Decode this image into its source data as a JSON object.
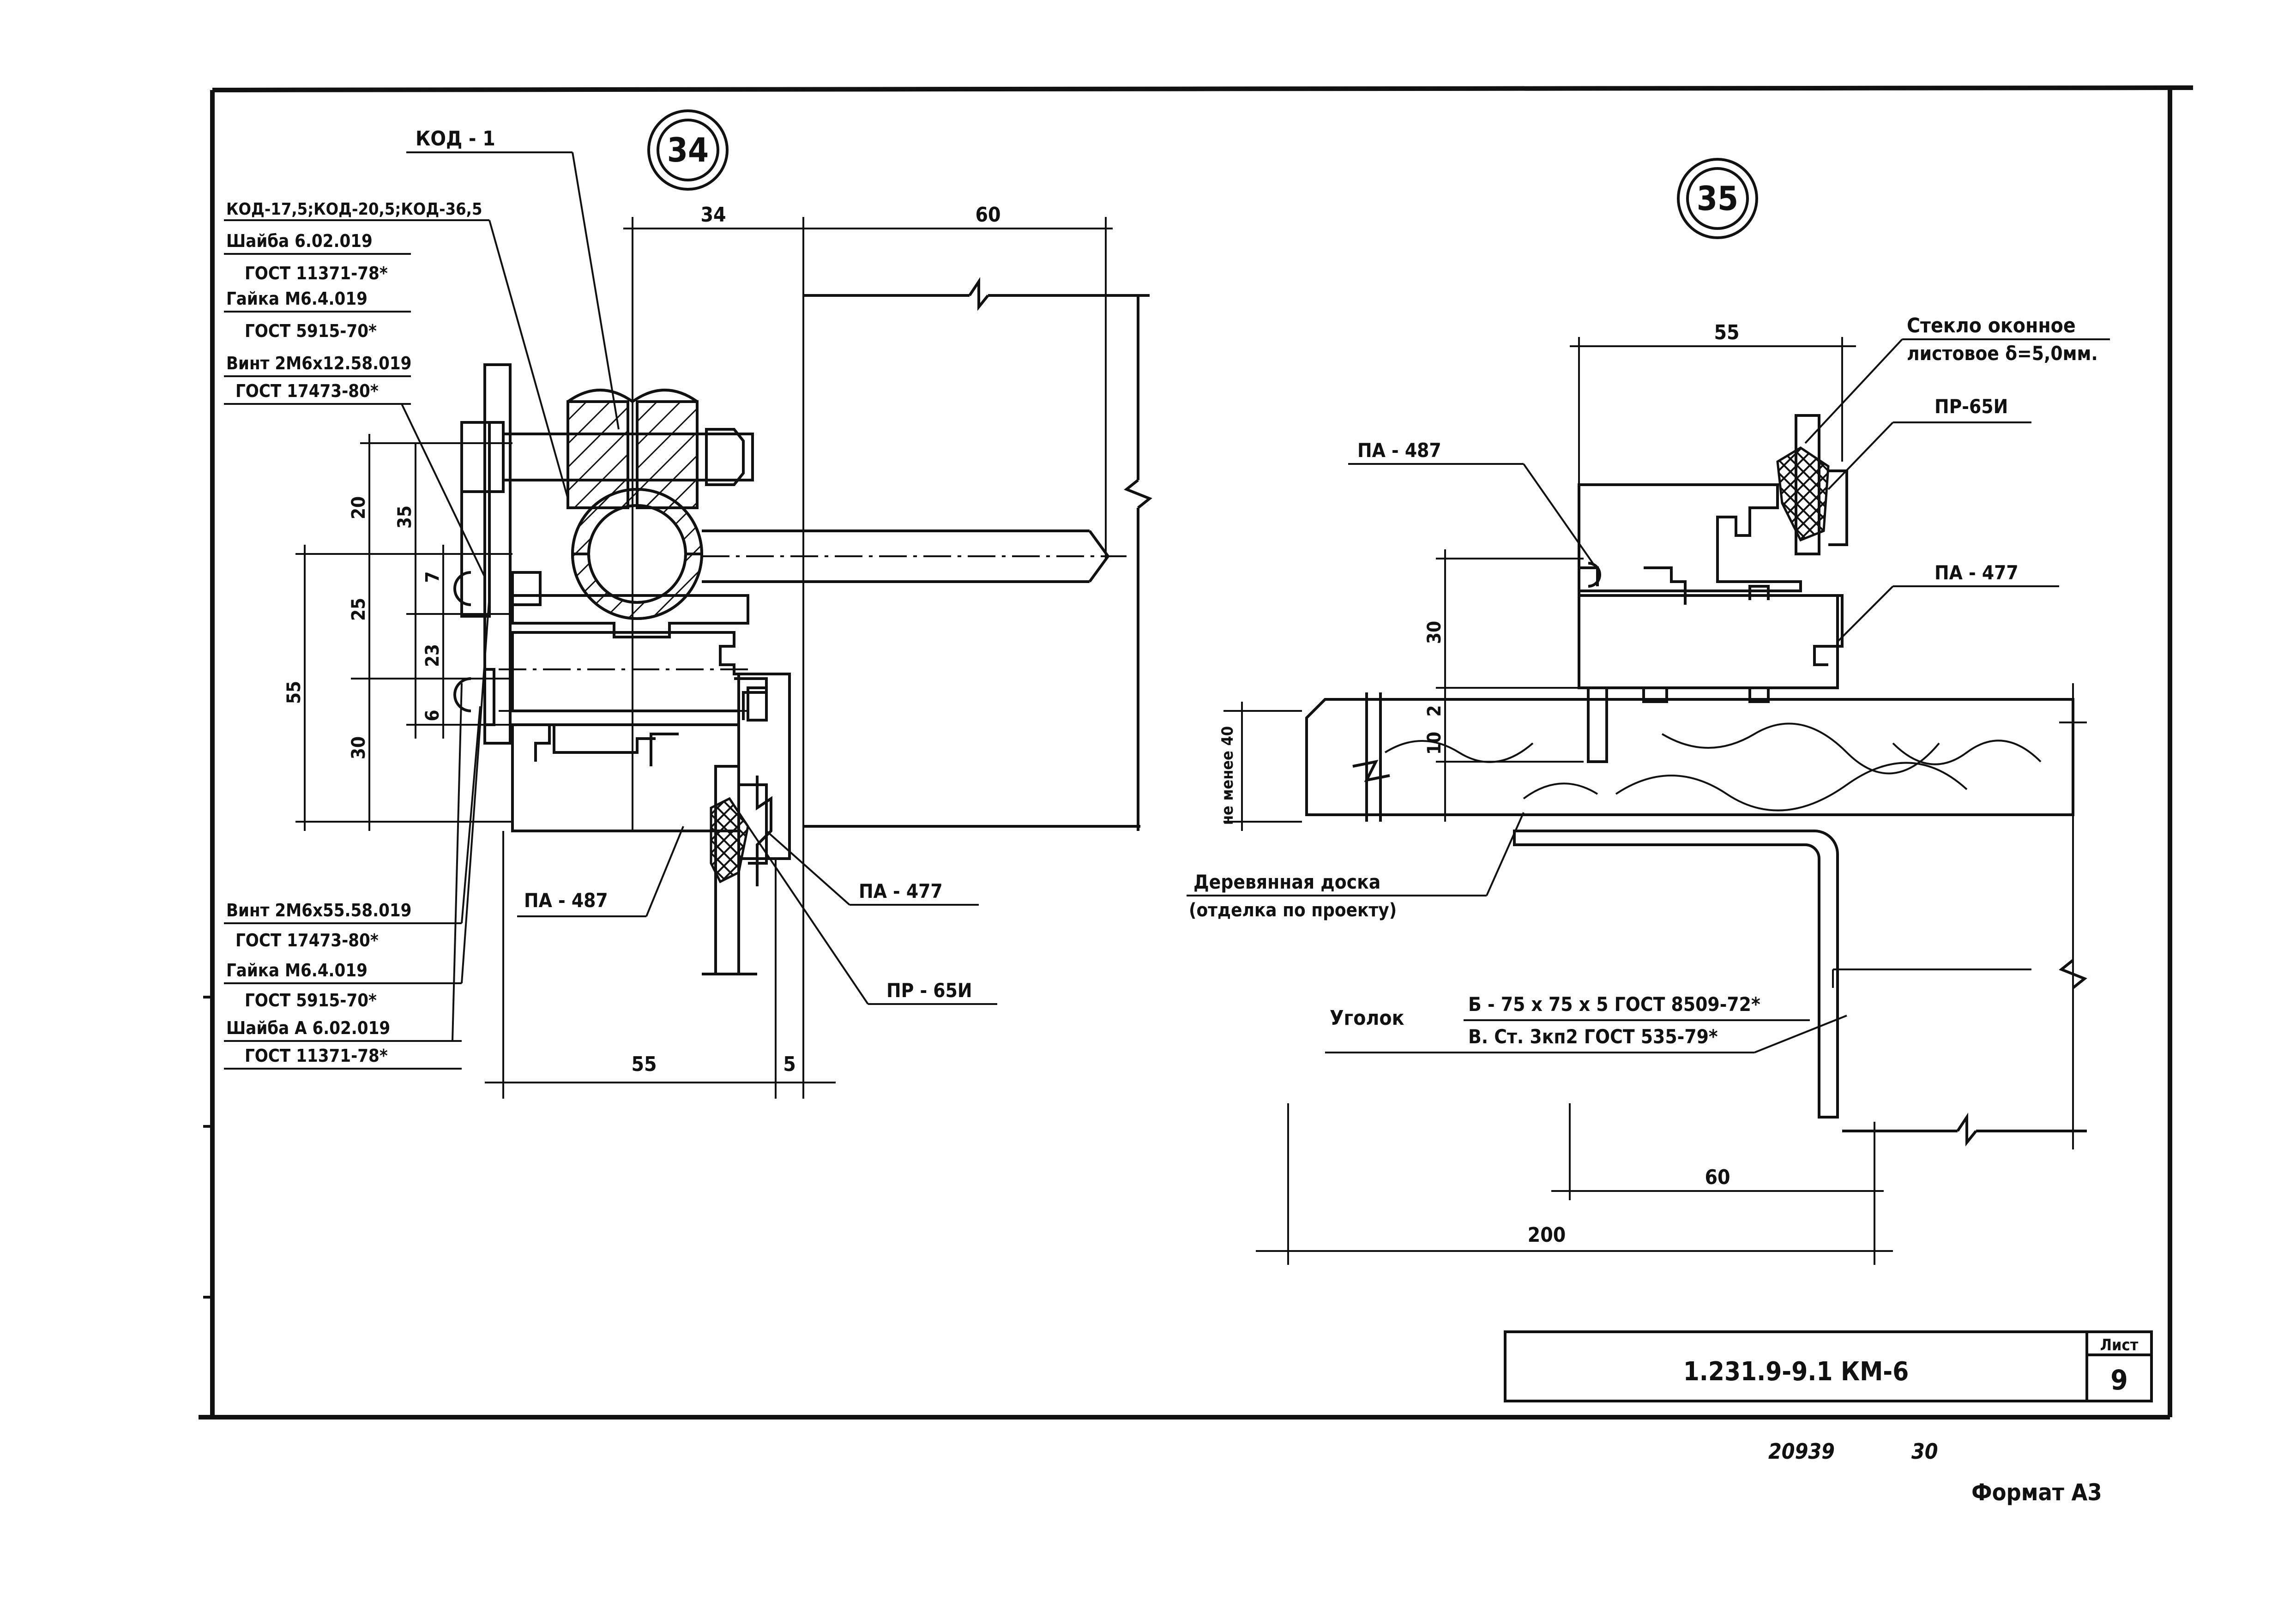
{
  "detail_34": {
    "number": "34",
    "label_kod": "КОД - 1",
    "label_kod_list": "КОД-17,5;КОД-20,5;КОД-36,5",
    "spec_top": [
      {
        "name": "Шайба 6.02.019",
        "std": "ГОСТ 11371-78*"
      },
      {
        "name": "Гайка М6.4.019",
        "std": "ГОСТ 5915-70*"
      },
      {
        "name": "Винт 2М6х12.58.019",
        "std": "ГОСТ 17473-80*"
      }
    ],
    "spec_bottom": [
      {
        "name": "Винт 2М6х55.58.019",
        "std": "ГОСТ 17473-80*"
      },
      {
        "name": "Гайка М6.4.019",
        "std": "ГОСТ 5915-70*"
      },
      {
        "name": "Шайба А 6.02.019",
        "std": "ГОСТ 11371-78*"
      }
    ],
    "profile_487": "ПА - 487",
    "profile_477": "ПА - 477",
    "seal": "ПР - 65И",
    "dims": {
      "d34": "34",
      "d60": "60",
      "d20": "20",
      "d35": "35",
      "d7": "7",
      "d25": "25",
      "d23": "23",
      "d55v": "55",
      "d6": "6",
      "d30": "30",
      "d55": "55",
      "d5": "5"
    }
  },
  "detail_35": {
    "number": "35",
    "glass_line1": "Стекло оконное",
    "glass_line2": "листовое δ=5,0мм.",
    "seal": "ПР-65И",
    "profile_487": "ПА - 487",
    "profile_477": "ПА - 477",
    "board_line1": "Деревянная доска",
    "board_line2": "(отделка по проекту)",
    "angle_label": "Уголок",
    "angle_line1": "Б - 75 х 75 х 5 ГОСТ 8509-72*",
    "angle_line2": "В. Ст. 3кп2  ГОСТ 535-79*",
    "min_thickness": "не менее 40",
    "dims": {
      "d55": "55",
      "d30": "30",
      "d2": "2",
      "d10": "10",
      "d60": "60",
      "d200": "200"
    }
  },
  "title_block": {
    "code": "1.231.9-9.1 КМ-6",
    "sheet_label": "Лист",
    "sheet_number": "9"
  },
  "footer": {
    "inv_number": "20939",
    "inv_page": "30",
    "format": "Формат А3"
  }
}
